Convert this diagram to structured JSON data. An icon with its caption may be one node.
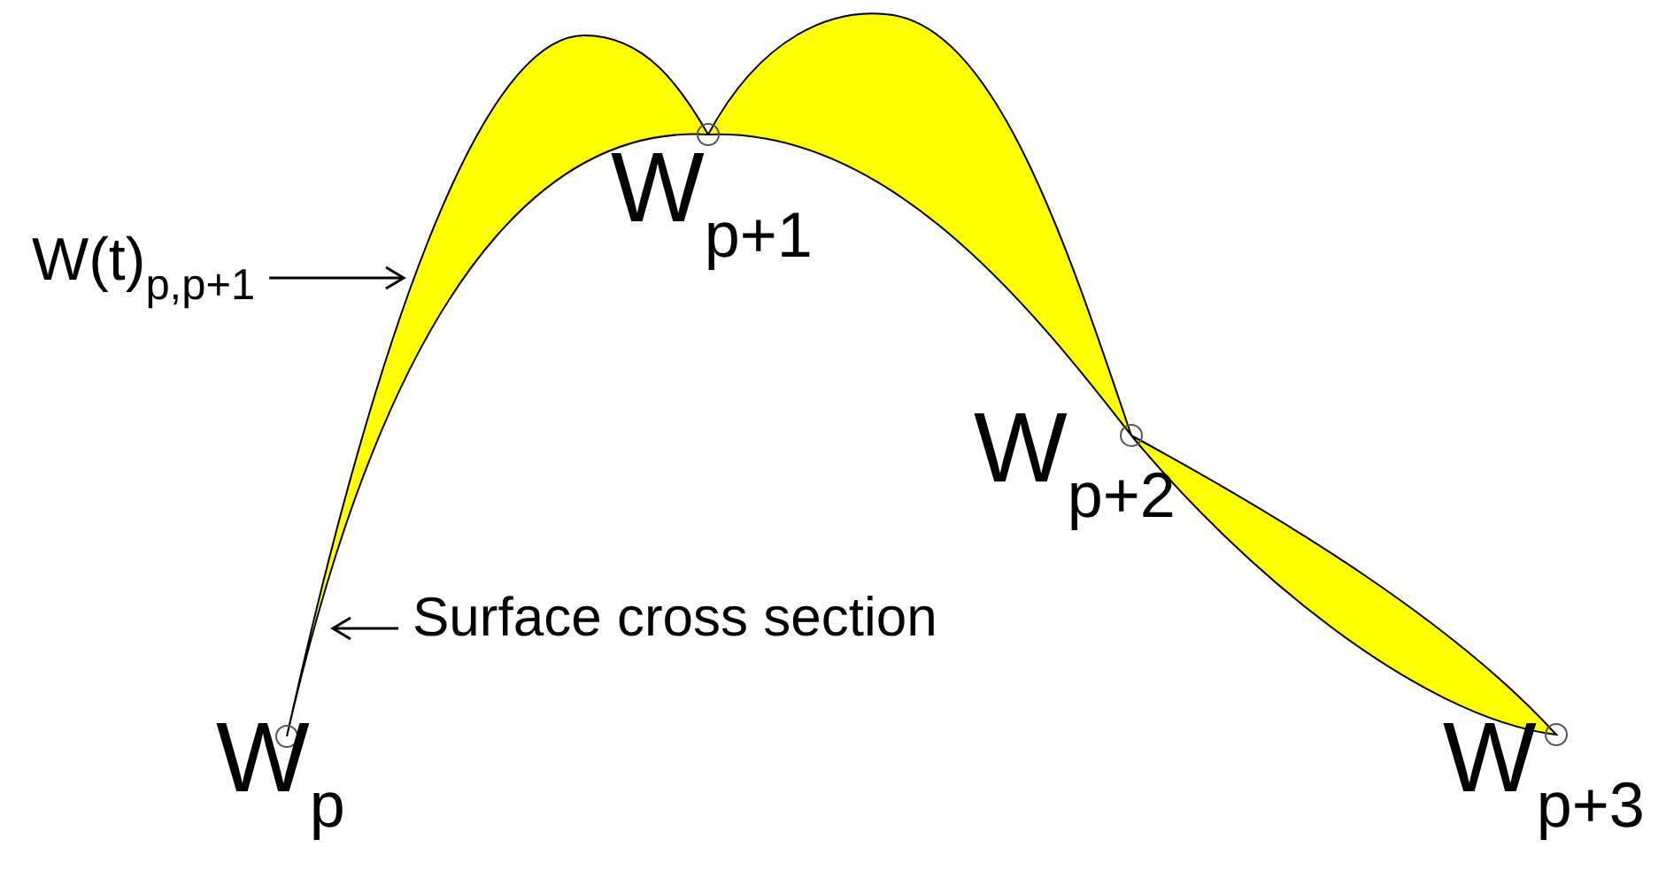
{
  "diagram": {
    "nodes": [
      {
        "text": [
          "W(t)$_{p,p+1}$"
        ]
      },
      {
        "text": [
          "Surface cross section"
        ]
      }
    ],
    "edges": [
      {
        "from": 0,
        "to": null,
        "arrow": "to"
      },
      {
        "from": 1,
        "to": null,
        "arrow": "to"
      }
    ],
    "labels": [
      "W$_{p+1}$",
      "W$_{p+2}$",
      "W$_{p}$",
      "W$_{p+3}$"
    ]
  }
}
